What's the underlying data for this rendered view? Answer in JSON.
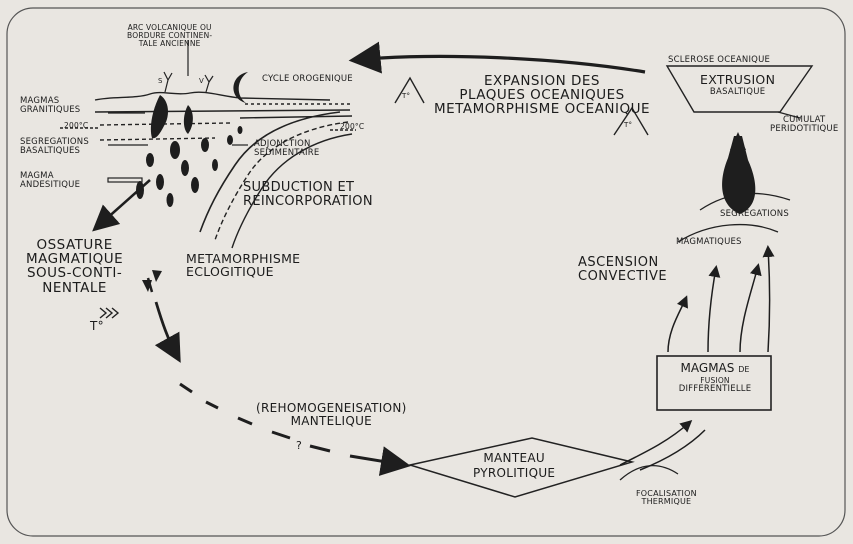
{
  "labels": {
    "arc_volcanique": [
      "ARC VOLCANIQUE OU",
      "BORDURE CONTINEN-",
      "TALE ANCIENNE"
    ],
    "cycle_orogenique": "CYCLE OROGENIQUE",
    "magmas_granitiques": [
      "MAGMAS",
      "GRANITIQUES"
    ],
    "segregations_basaltiques": [
      "SEGREGATIONS",
      "BASALTIQUES"
    ],
    "magma_andesitique": [
      "MAGMA",
      "ANDESITIQUE"
    ],
    "adjonction": [
      "ADJONCTION",
      "SEDIMENTAIRE"
    ],
    "subduction": [
      "SUBDUCTION ET",
      "REINCORPORATION"
    ],
    "ossature": [
      "OSSATURE",
      "MAGMATIQUE",
      "SOUS-CONTI-",
      "NENTALE"
    ],
    "metamorphisme_eclogitique": [
      "METAMORPHISME",
      "ECLOGITIQUE"
    ],
    "expansion": [
      "EXPANSION DES",
      "PLAQUES OCEANIQUES",
      "METAMORPHISME OCEANIQUE"
    ],
    "sclerose": "SCLEROSE OCEANIQUE",
    "extrusion": [
      "EXTRUSION",
      "BASALTIQUE"
    ],
    "cumulat": [
      "CUMULAT",
      "PERIDOTITIQUE"
    ],
    "segregations": "SEGREGATIONS",
    "magmatiques": "MAGMATIQUES",
    "ascension": [
      "ASCENSION",
      "CONVECTIVE"
    ],
    "magmas_fusion": [
      "MAGMAS",
      "DE",
      "FUSION",
      "DIFFERENTIELLE"
    ],
    "rehomogeneisation": [
      "(REHOMOGENEISATION)",
      "MANTELIQUE"
    ],
    "question_mark": "?",
    "manteau": [
      "MANTEAU",
      "PYROLITIQUE"
    ],
    "focalisation": [
      "FOCALISATION",
      "THERMIQUE"
    ],
    "temperature_left": "T°",
    "temperature_expansion_a": "T°",
    "temperature_expansion_b": "T°",
    "isotherm_left": "200°C",
    "isotherm_right": "200°C",
    "volcano_a": "S",
    "volcano_b": "V"
  }
}
